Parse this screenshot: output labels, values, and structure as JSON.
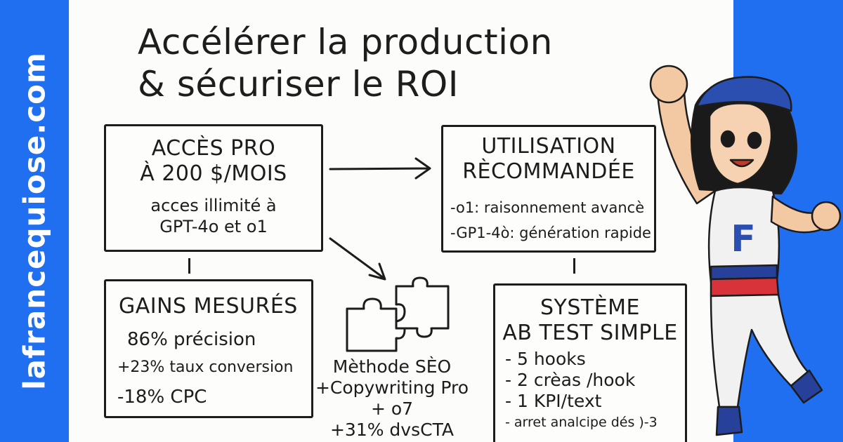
{
  "site": {
    "name": "lafrancequiose.com"
  },
  "title": {
    "line1": "Accélérer la production",
    "line2": "& sécuriser le ROI"
  },
  "pro_box": {
    "heading1": "ACCÈS PRO",
    "heading2": "À 200 $/MOIS",
    "line1": "acces illimité à",
    "line2": "GPT-4o et o1"
  },
  "usage_box": {
    "heading1": "UTILISATION",
    "heading2": "RÈCOMMANDÉE",
    "item1": "-o1: raisonnement avancè",
    "item2": "-GP1-4ò: génération rapide"
  },
  "gains_box": {
    "heading": "GAINS MESURÉS",
    "item1": "86% précision",
    "item2": "+23% taux conversion",
    "item3": "-18% CPC"
  },
  "method": {
    "line1": "Mèthode SÈO",
    "line2": "+Copywriting Pro",
    "line3": "+ o7",
    "line4": "+31% dvsCTA"
  },
  "ab_box": {
    "heading1": "SYSTÈME",
    "heading2": "AB TEST SIMPLE",
    "item1": "- 5 hooks",
    "item2": "- 2 crèas /hook",
    "item3": "- 1 KPI/text",
    "item4": "- arret analcipe dés )-3"
  },
  "mascot": {
    "shirt_letter": "F"
  },
  "colors": {
    "brand_blue": "#1f6ff0",
    "paper": "#fcfcfa",
    "ink": "#1c1c1c",
    "flag_red": "#d8333a",
    "flag_blue": "#27409a"
  }
}
